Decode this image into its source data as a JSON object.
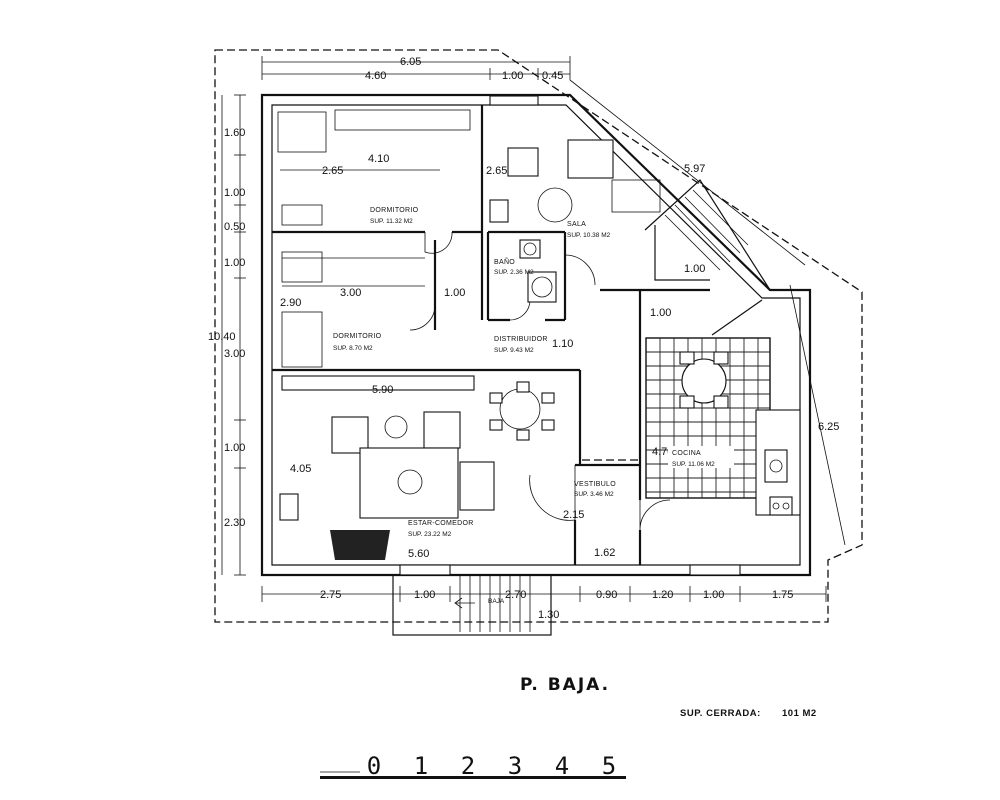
{
  "plan": {
    "title": "P. BAJA.",
    "sup_cerrada_label": "SUP. CERRADA:",
    "sup_cerrada_value": "101 M2"
  },
  "rooms": {
    "dormitorio_1": {
      "name": "DORMITORIO",
      "area": "SUP. 11.32 M2"
    },
    "dormitorio_2": {
      "name": "DORMITORIO",
      "area": "SUP. 8.70 M2"
    },
    "sala": {
      "name": "SALA",
      "area": "SUP. 10.38 M2"
    },
    "bano": {
      "name": "BAÑO",
      "area": "SUP. 2.36 M2"
    },
    "distribuidor": {
      "name": "DISTRIBUIDOR",
      "area": "SUP. 9.43 M2"
    },
    "estar": {
      "name": "ESTAR-COMEDOR",
      "area": "SUP. 23.22 M2"
    },
    "vestibulo": {
      "name": "VESTIBULO",
      "area": "SUP. 3.46 M2"
    },
    "cocina": {
      "name": "COCINA",
      "area": "SUP. 11.06 M2"
    },
    "baja": {
      "name": "BAJA"
    }
  },
  "dimensions": {
    "top_total": "6.05",
    "top_a": "4.60",
    "top_b": "1.00",
    "top_c": "0.45",
    "diag_top": "5.97",
    "diag_right": "6.25",
    "left_total": "10.40",
    "left_1": "1.60",
    "left_2": "1.00",
    "left_3": "0.50",
    "left_4": "1.00",
    "left_5": "3.00",
    "left_6": "1.00",
    "left_7": "2.30",
    "in_410": "4.10",
    "in_265a": "2.65",
    "in_265b": "2.65",
    "in_290": "2.90",
    "in_300": "3.00",
    "in_100a": "1.00",
    "in_100b": "1.00",
    "in_100c": "1.00",
    "in_110": "1.10",
    "in_590": "5.90",
    "in_405": "4.05",
    "in_560": "5.60",
    "in_215": "2.15",
    "in_162": "1.62",
    "in_470": "4.70",
    "bot_275": "2.75",
    "bot_100a": "1.00",
    "bot_270": "2.70",
    "bot_090": "0.90",
    "bot_120": "1.20",
    "bot_100b": "1.00",
    "bot_175": "1.75",
    "bot_130": "1.30"
  },
  "scale_bar": {
    "labels": [
      "0",
      "1",
      "2",
      "3",
      "4",
      "5"
    ]
  }
}
